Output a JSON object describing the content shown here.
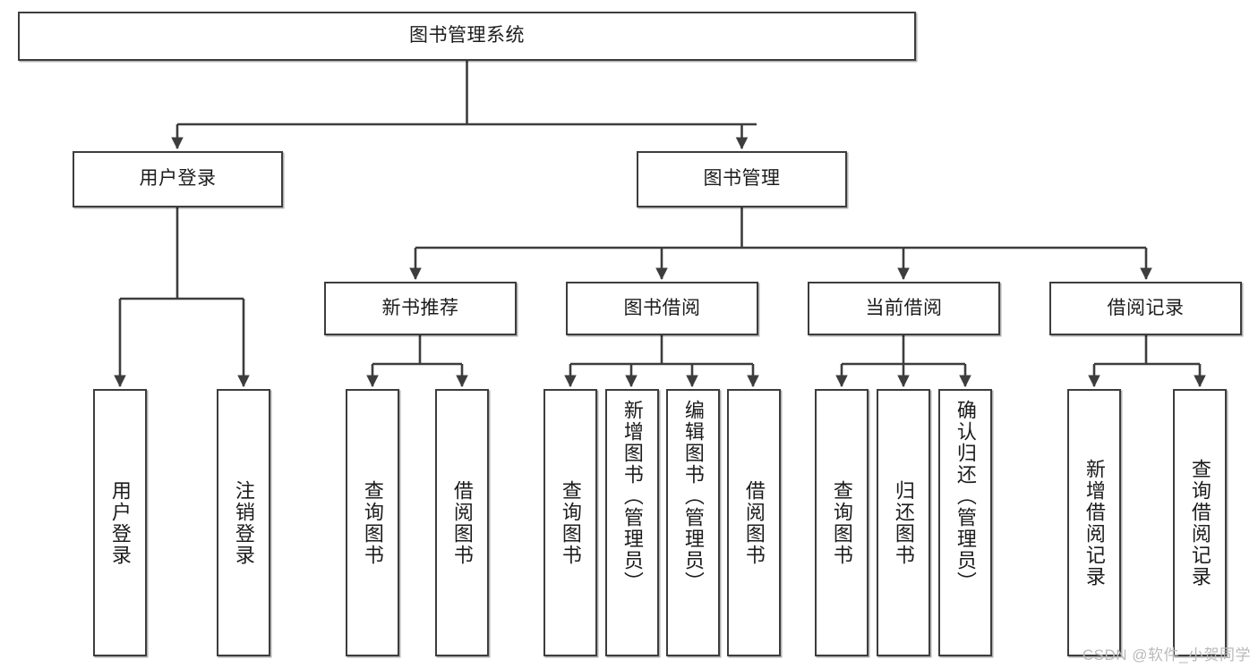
{
  "diagram": {
    "type": "tree",
    "title": "图书管理系统",
    "colors": {
      "box_border": "#3d3d3d",
      "box_fill": "#ffffff",
      "connector": "#3d3d3d",
      "text": "#1c1c1c",
      "watermark": "#b9b9b9"
    },
    "root": {
      "label": "图书管理系统"
    },
    "level2": [
      {
        "label": "用户登录"
      },
      {
        "label": "图书管理"
      }
    ],
    "level3": [
      {
        "label": "新书推荐"
      },
      {
        "label": "图书借阅"
      },
      {
        "label": "当前借阅"
      },
      {
        "label": "借阅记录"
      }
    ],
    "leaves": {
      "user_login": [
        {
          "label": "用户登录"
        },
        {
          "label": "注销登录"
        }
      ],
      "new_book_recommend": [
        {
          "label": "查询图书"
        },
        {
          "label": "借阅图书"
        }
      ],
      "book_borrow": [
        {
          "label": "查询图书"
        },
        {
          "label": "新增图书（管理员）"
        },
        {
          "label": "编辑图书（管理员）"
        },
        {
          "label": "借阅图书"
        }
      ],
      "current_borrow": [
        {
          "label": "查询图书"
        },
        {
          "label": "归还图书"
        },
        {
          "label": "确认归还（管理员）"
        }
      ],
      "borrow_record": [
        {
          "label": "新增借阅记录"
        },
        {
          "label": "查询借阅记录"
        }
      ]
    }
  },
  "watermark": {
    "text": "CSDN @软件_小贺同学"
  }
}
